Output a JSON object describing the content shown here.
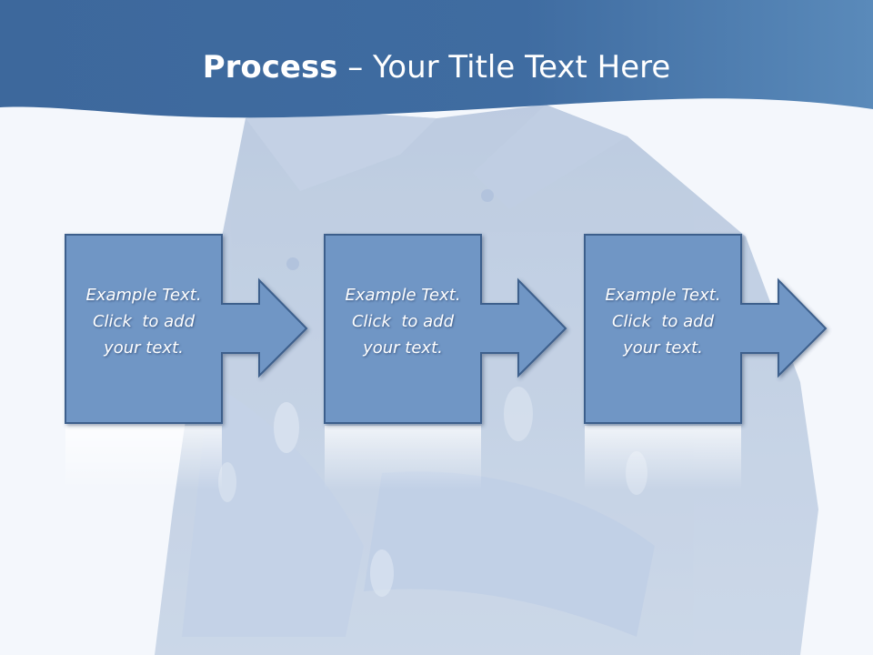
{
  "slide": {
    "title_bold": "Process",
    "title_rest": " – Your Title Text Here"
  },
  "steps": [
    {
      "line1": "Example Text.",
      "line2": "Click  to add",
      "line3": "your text."
    },
    {
      "line1": "Example Text.",
      "line2": "Click  to add",
      "line3": "your text."
    },
    {
      "line1": "Example Text.",
      "line2": "Click  to add",
      "line3": "your text."
    }
  ],
  "colors": {
    "header": "#3e6a9f",
    "box_fill": "#6f96c5",
    "box_border": "#3c5f8c",
    "background": "#f3f6fb"
  }
}
